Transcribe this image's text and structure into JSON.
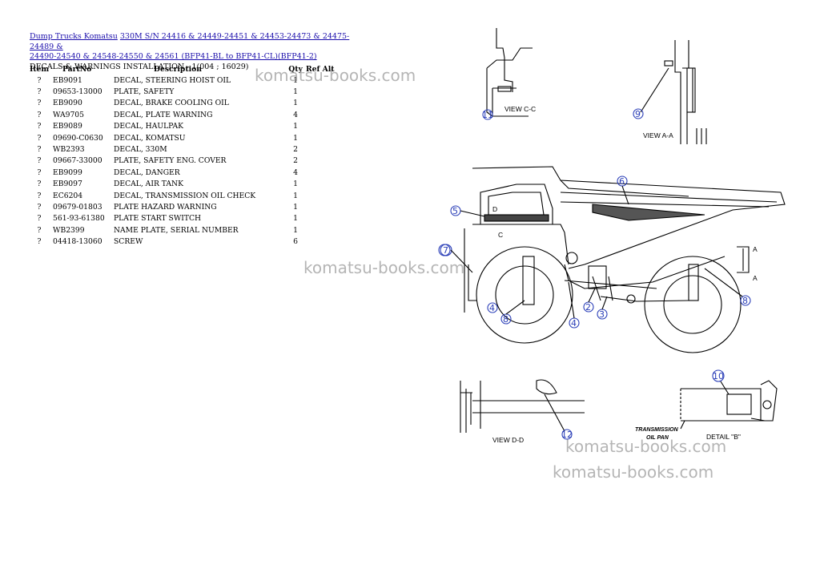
{
  "header": {
    "link1": "Dump Trucks Komatsu",
    "link2_line1": "330M S/N 24416 & 24449-24451 & 24453-24473 & 24475-24489 &",
    "link2_line2": "24490-24540 & 24548-24550 & 24561 (BFP41-BL to BFP41-CL)(BFP41-2)",
    "section": "DECALS & WARNINGS INSTALLATION - 1(004 ; 16029)"
  },
  "table": {
    "headers": {
      "item": "Item",
      "part": "PartNo",
      "desc": "Description",
      "qty": "Qty",
      "ref": "Ref Alt"
    },
    "rows": [
      {
        "item": "?",
        "part": "EB9091",
        "desc": "DECAL, STEERING HOIST OIL",
        "qty": "1"
      },
      {
        "item": "?",
        "part": "09653-13000",
        "desc": "PLATE, SAFETY",
        "qty": "1"
      },
      {
        "item": "?",
        "part": "EB9090",
        "desc": "DECAL, BRAKE COOLING OIL",
        "qty": "1"
      },
      {
        "item": "?",
        "part": "WA9705",
        "desc": "DECAL, PLATE WARNING",
        "qty": "4"
      },
      {
        "item": "?",
        "part": "EB9089",
        "desc": "DECAL, HAULPAK",
        "qty": "1"
      },
      {
        "item": "?",
        "part": "09690-C0630",
        "desc": "DECAL, KOMATSU",
        "qty": "1"
      },
      {
        "item": "?",
        "part": "WB2393",
        "desc": "DECAL, 330M",
        "qty": "2"
      },
      {
        "item": "?",
        "part": "09667-33000",
        "desc": "PLATE, SAFETY ENG. COVER",
        "qty": "2"
      },
      {
        "item": "?",
        "part": "EB9099",
        "desc": "DECAL, DANGER",
        "qty": "4"
      },
      {
        "item": "?",
        "part": "EB9097",
        "desc": "DECAL, AIR TANK",
        "qty": "1"
      },
      {
        "item": "?",
        "part": "EC6204",
        "desc": "DECAL, TRANSMISSION OIL CHECK",
        "qty": "1"
      },
      {
        "item": "?",
        "part": "09679-01803",
        "desc": "PLATE HAZARD WARNING",
        "qty": "1"
      },
      {
        "item": "?",
        "part": "561-93-61380",
        "desc": "PLATE START SWITCH",
        "qty": "1"
      },
      {
        "item": "?",
        "part": "WB2399",
        "desc": "NAME PLATE, SERIAL NUMBER",
        "qty": "1"
      },
      {
        "item": "?",
        "part": "04418-13060",
        "desc": "SCREW",
        "qty": "6"
      }
    ]
  },
  "watermark": "komatsu-books.com",
  "diagram": {
    "labels": {
      "view_cc": "VIEW C-C",
      "view_aa": "VIEW A-A",
      "view_dd": "VIEW D-D",
      "detail_b": "DETAIL \"B\"",
      "transmission": "TRANSMISSION",
      "oil_pan": "OIL PAN",
      "a": "A",
      "c": "C",
      "d": "D"
    },
    "callouts": [
      "11",
      "9",
      "6",
      "5",
      "7",
      "4",
      "8",
      "2",
      "3",
      "4",
      "8",
      "10",
      "12"
    ]
  }
}
